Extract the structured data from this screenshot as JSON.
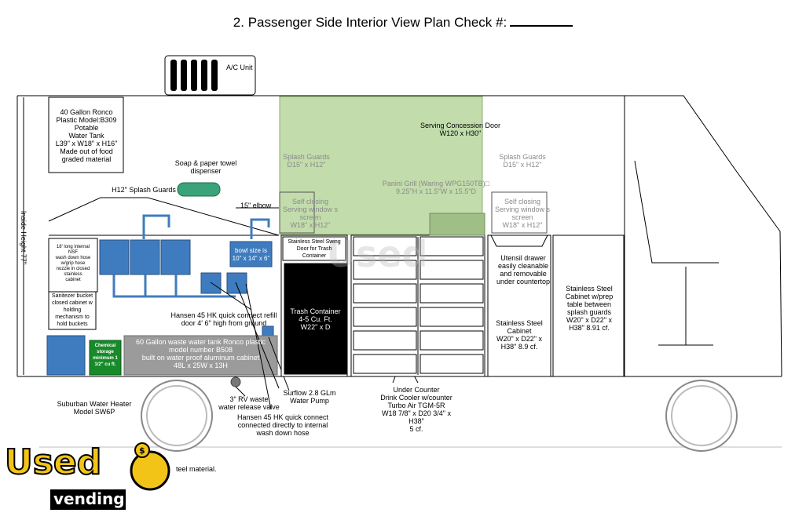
{
  "page": {
    "title_main": "2. Passenger Side Interior View Plan Check #:"
  },
  "colors": {
    "door_green": "#c2dcab",
    "blue": "#3f7cbf",
    "dark_blue": "#274f80",
    "grey_tank": "#9b9b9b",
    "black": "#000000",
    "green_box": "#178a2a",
    "logo_yellow": "#f2c418"
  },
  "labels": {
    "ac_unit": "A/C Unit",
    "water_tank": "40 Gallon Ronco\nPlastic Model:B309\nPotable\nWater Tank\nL39\" x W18\" x H16\"\nMade out of food\ngraded material",
    "soap": "Soap & paper towel\ndispenser",
    "splash_guards_h12": "H12\" Splash Guards",
    "elbow": "15\" elbow",
    "inside_height": "Inside Height 77\"",
    "hose": "18' long internal\nNSF\nwash down hose\nw/grip hose\nnozzle in closed\nstainless\ncabinet",
    "sanitizer": "Sanitezer bucket\nclosed cabinet w\nholding\nmechanism to\nhold buckets",
    "chemical": "Chemical\nstorage\nminimum 1\n1/2\" cu ft.",
    "bowl_size": "bowl size is\n10\" x 14\" x 6\"",
    "hansen_refill": "Hansen 45 HK quick connect refill\ndoor 4' 6\" high from ground",
    "waste_tank": "60 Gallon waste water tank Ronco plastic\nmodel number B508\nbuilt on water proof aluminum cabinet\n48L x 25W x 13H",
    "water_heater": "Suburban Water Heater\nModel SW6P",
    "rv_waste": "3\" RV waste\nwater release valve",
    "surflow": "Surflow 2.8 GLm\nWater Pump",
    "hansen_internal": "Hansen 45 HK quick connect\nconnected directly to internal\nwash down hose",
    "serving_door": "Serving Concession Door\nW120 x H30\"",
    "splash_left": "Splash Guards\nD15\" x H12\"",
    "splash_right": "Splash Guards\nD15\" x H12\"",
    "panini": "Panini Grill (Waring WPG150TB)□\n9.25\"H x 11.5\"W x 15.5\"D",
    "self_closing_left": "Self closing\nServing window s\nscreen\nW18\" x H12\"",
    "self_closing_right": "Self closing\nServing window s\nscreen\nW18\" x H12\"",
    "swing_door": "Stainless Steel Swing\nDoor for Trash\nContainer",
    "trash": "Trash Container\n4-5 Cu. Ft.\nW22\" x D",
    "cooler": "Under Counter\nDrink Cooler w/counter\nTurbo Air TGM-5R\nW18 7/8\" x D20 3/4\" x\nH38\"\n5 cf.",
    "utensil": "Utensil drawer\neasily cleanable\nand removable\nunder countertop",
    "ss_cabinet": "Stainless Steel\nCabinet\nW20\" x D22\" x\nH38\" 8.9 cf.",
    "ss_prep": "Stainless Steel\nCabinet w/prep\ntable between\nsplash guards\nW20\" x D22\" x\nH38\" 8.91 cf.",
    "steel_material": "teel material.",
    "logo_used": "Used",
    "logo_vending": "vending"
  }
}
